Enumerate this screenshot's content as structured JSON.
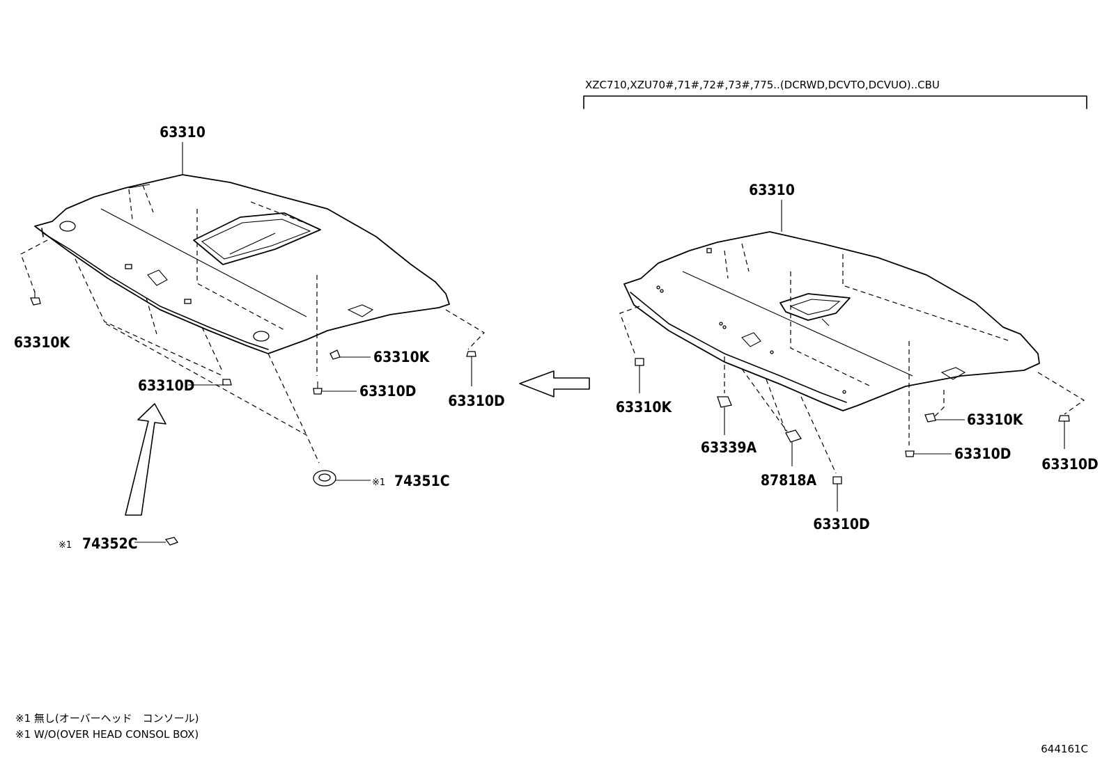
{
  "applicability": "XZC710,XZU70#,71#,72#,73#,775..(DCRWD,DCVTO,DCVUO)..CBU",
  "notes": [
    "※1 無し(オーバーヘッド　コンソール)",
    "※1 W/O(OVER HEAD CONSOL BOX)"
  ],
  "illustration_code": "644161C",
  "left_view": {
    "headliner": "63310",
    "clip_front": "63310K",
    "clip_mid": "63310K",
    "clip_center": "63310D",
    "clip_rear": "63310D",
    "clip_lower": "63310D",
    "cover_mark": "※1",
    "cover": "74351C",
    "plug_mark": "※1",
    "plug": "74352C"
  },
  "right_view": {
    "headliner": "63310",
    "clip_front": "63310K",
    "clip_mid": "63310K",
    "clip_center": "63310D",
    "clip_rear": "63310D",
    "clip_lower": "63310D",
    "bracket": "63339A",
    "retainer": "87818A"
  }
}
